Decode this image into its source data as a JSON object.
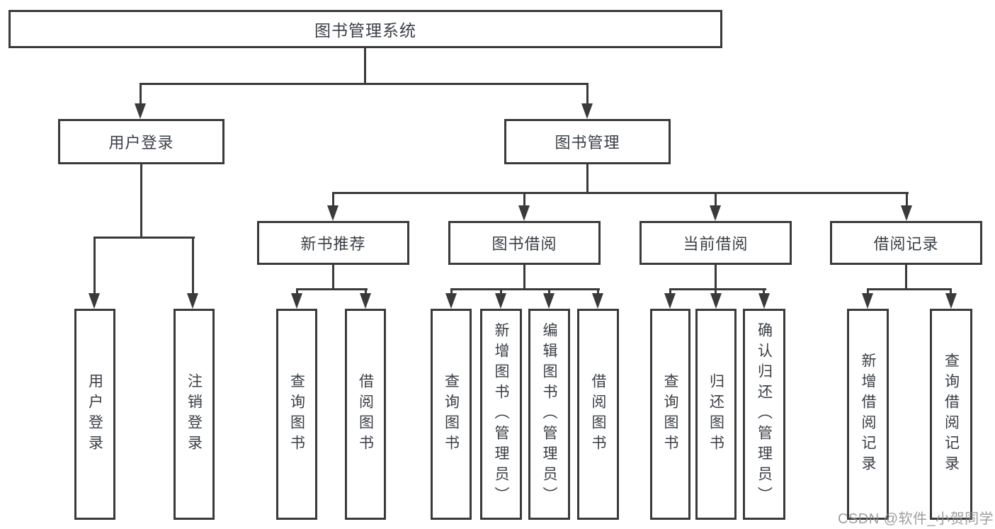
{
  "nodes": {
    "root": "图书管理系统",
    "user_login": "用户登录",
    "book_mgmt": "图书管理",
    "new_book_rec": "新书推荐",
    "book_borrow": "图书借阅",
    "current_borrow": "当前借阅",
    "borrow_records": "借阅记录",
    "leaf_user_login": "用户登录",
    "leaf_logout": "注销登录",
    "leaf_query_books_rec": "查询图书",
    "leaf_borrow_books_rec": "借阅图书",
    "leaf_query_books_bb": "查询图书",
    "leaf_add_books_admin": "新增图书（管理员）",
    "leaf_edit_books_admin": "编辑图书（管理员）",
    "leaf_borrow_books_bb": "借阅图书",
    "leaf_query_books_cb": "查询图书",
    "leaf_return_books": "归还图书",
    "leaf_confirm_return_admin": "确认归还（管理员）",
    "leaf_add_borrow_record": "新增借阅记录",
    "leaf_query_borrow_record": "查询借阅记录"
  },
  "watermark": {
    "text": "CSDN @软件_小贺同学"
  },
  "colors": {
    "line": "#3a3a3a",
    "text": "#3a3f45",
    "background": "#ffffff",
    "watermark": "#919191"
  }
}
